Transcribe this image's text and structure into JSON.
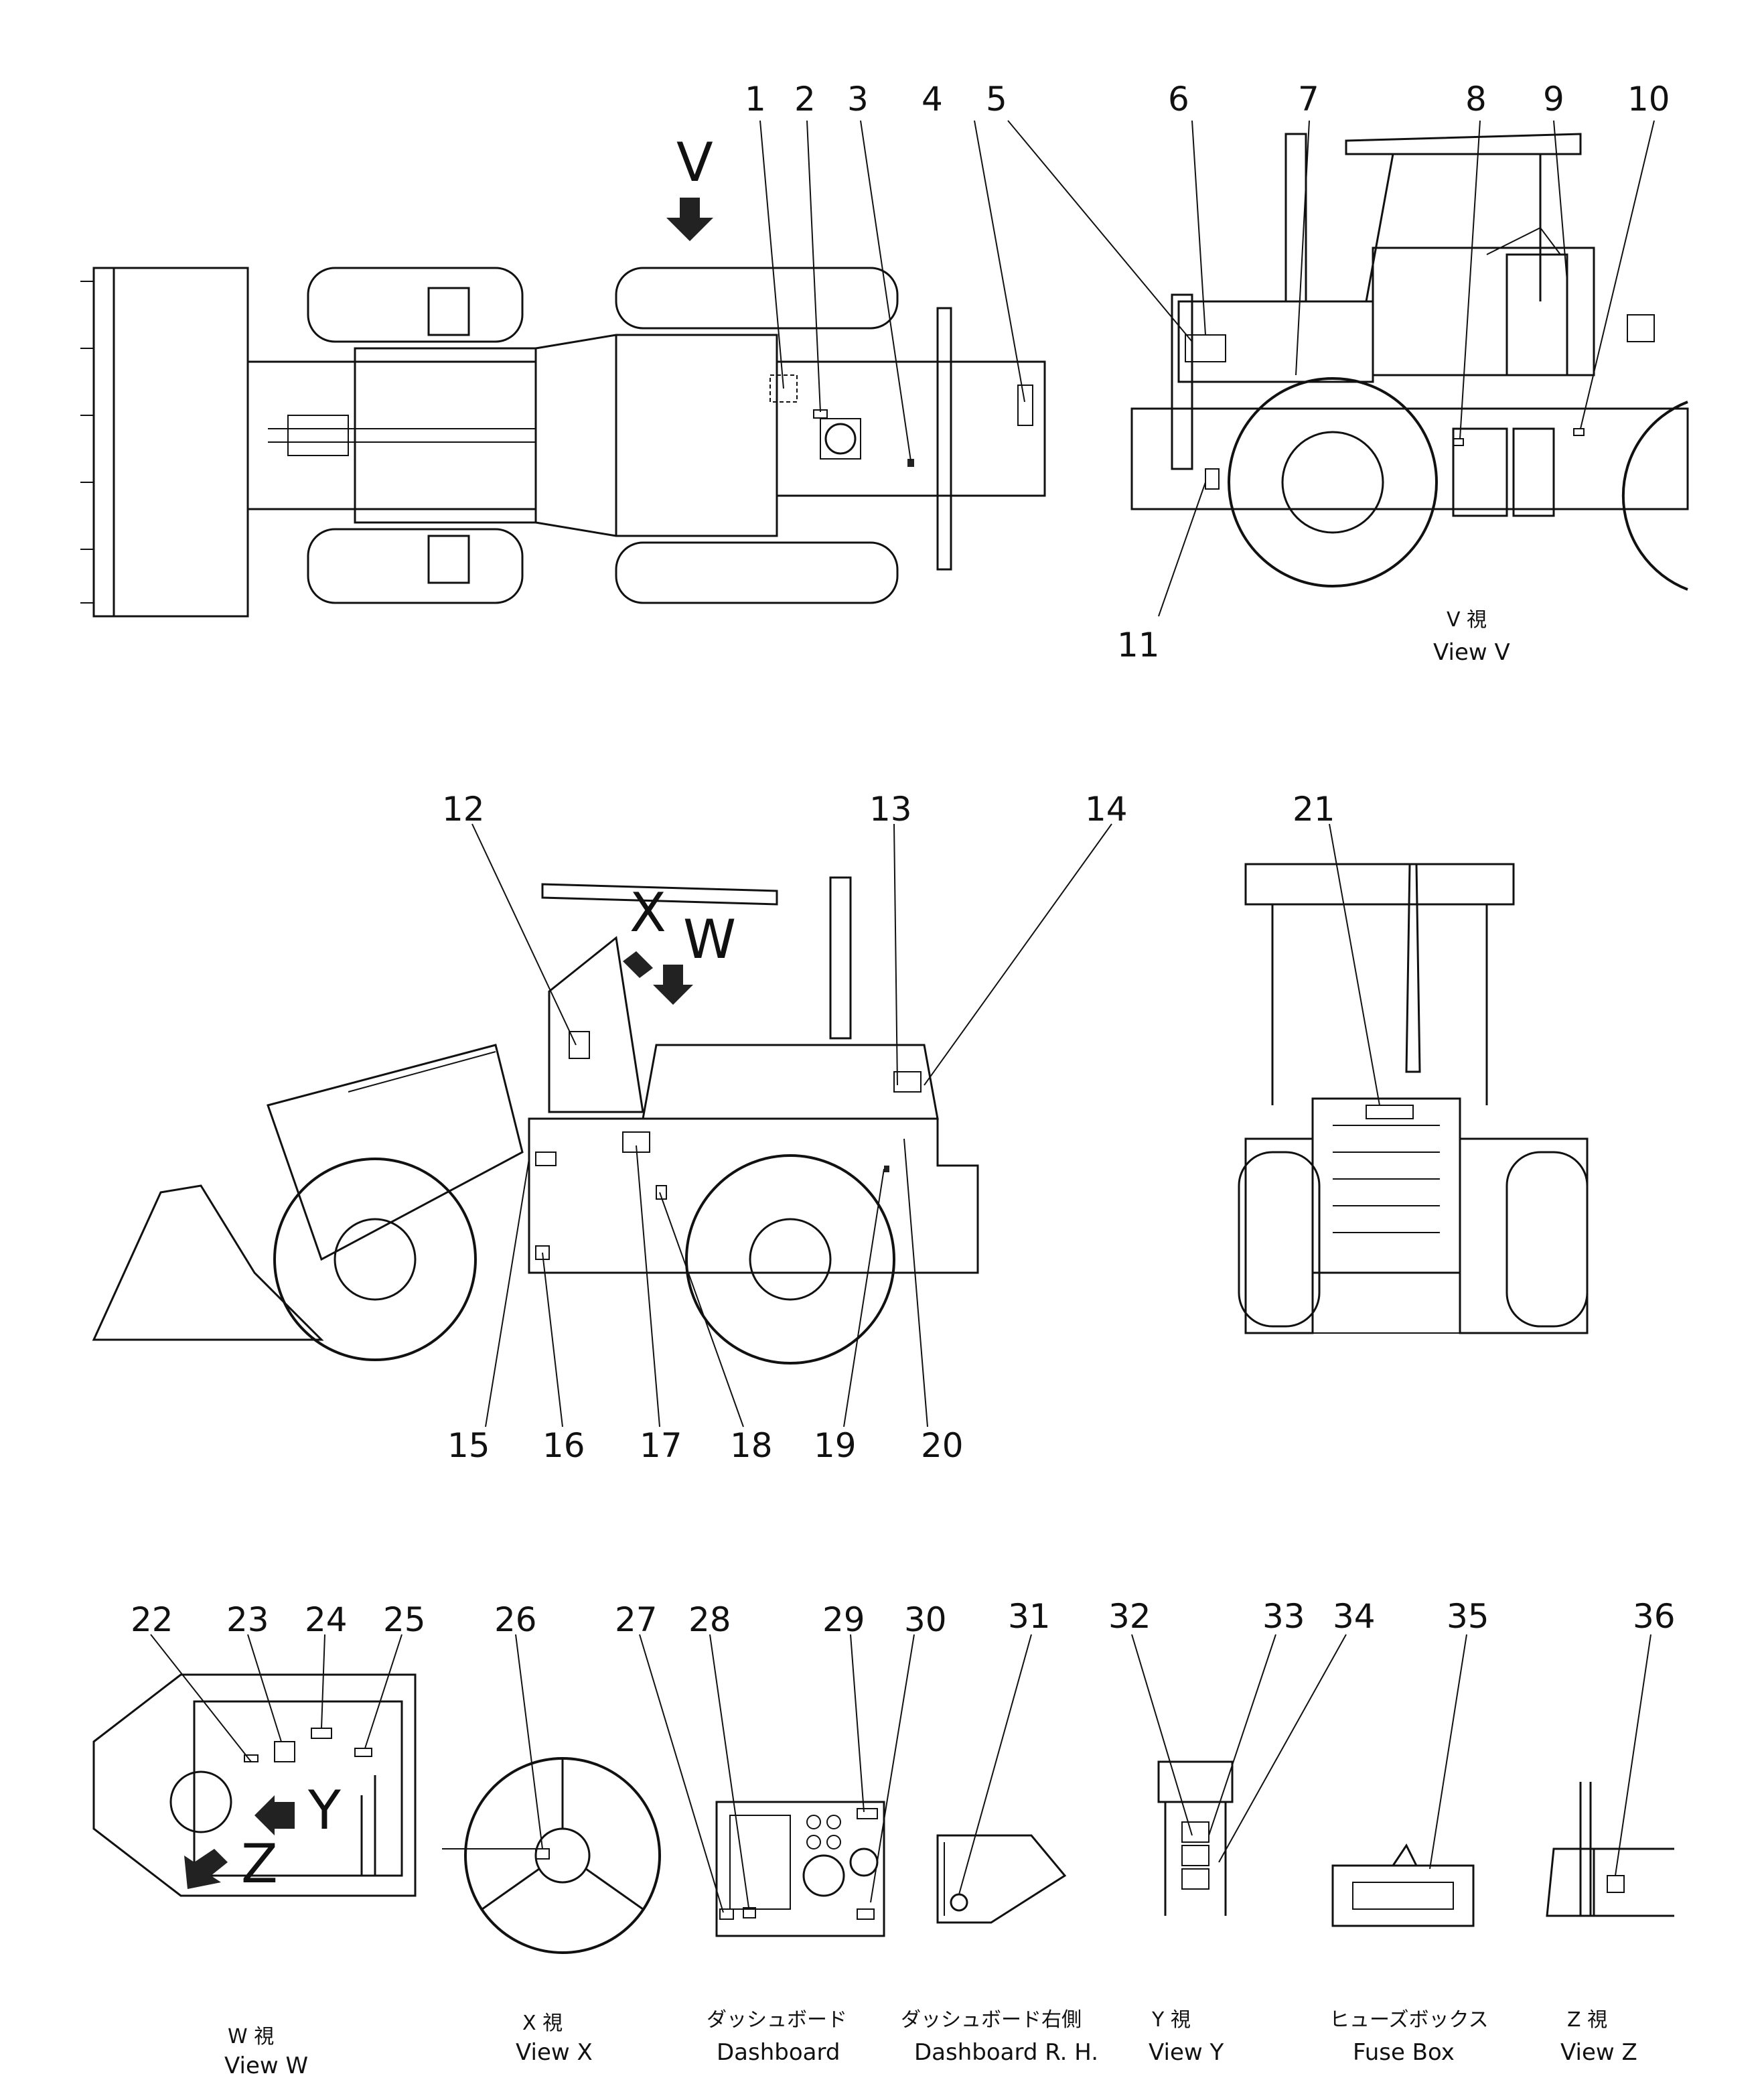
{
  "callouts": [
    "1",
    "2",
    "3",
    "4",
    "5",
    "6",
    "7",
    "8",
    "9",
    "10",
    "11",
    "12",
    "13",
    "14",
    "15",
    "16",
    "17",
    "18",
    "19",
    "20",
    "21",
    "22",
    "23",
    "24",
    "25",
    "26",
    "27",
    "28",
    "29",
    "30",
    "31",
    "32",
    "33",
    "34",
    "35",
    "36"
  ],
  "view_markers": {
    "v": "V",
    "x": "X",
    "w": "W",
    "y": "Y",
    "z": "Z"
  },
  "captions": {
    "view_v": {
      "jp": "V 視",
      "en": "View V"
    },
    "view_w": {
      "jp": "W 視",
      "en": "View W"
    },
    "view_x": {
      "jp": "X 視",
      "en": "View X"
    },
    "dashboard": {
      "jp": "ダッシュボード",
      "en": "Dashboard"
    },
    "dashboard_rh": {
      "jp": "ダッシュボード右側",
      "en": "Dashboard R. H."
    },
    "view_y": {
      "jp": "Y 視",
      "en": "View Y"
    },
    "fuse_box": {
      "jp": "ヒューズボックス",
      "en": "Fuse Box"
    },
    "view_z": {
      "jp": "Z 視",
      "en": "View Z"
    }
  }
}
